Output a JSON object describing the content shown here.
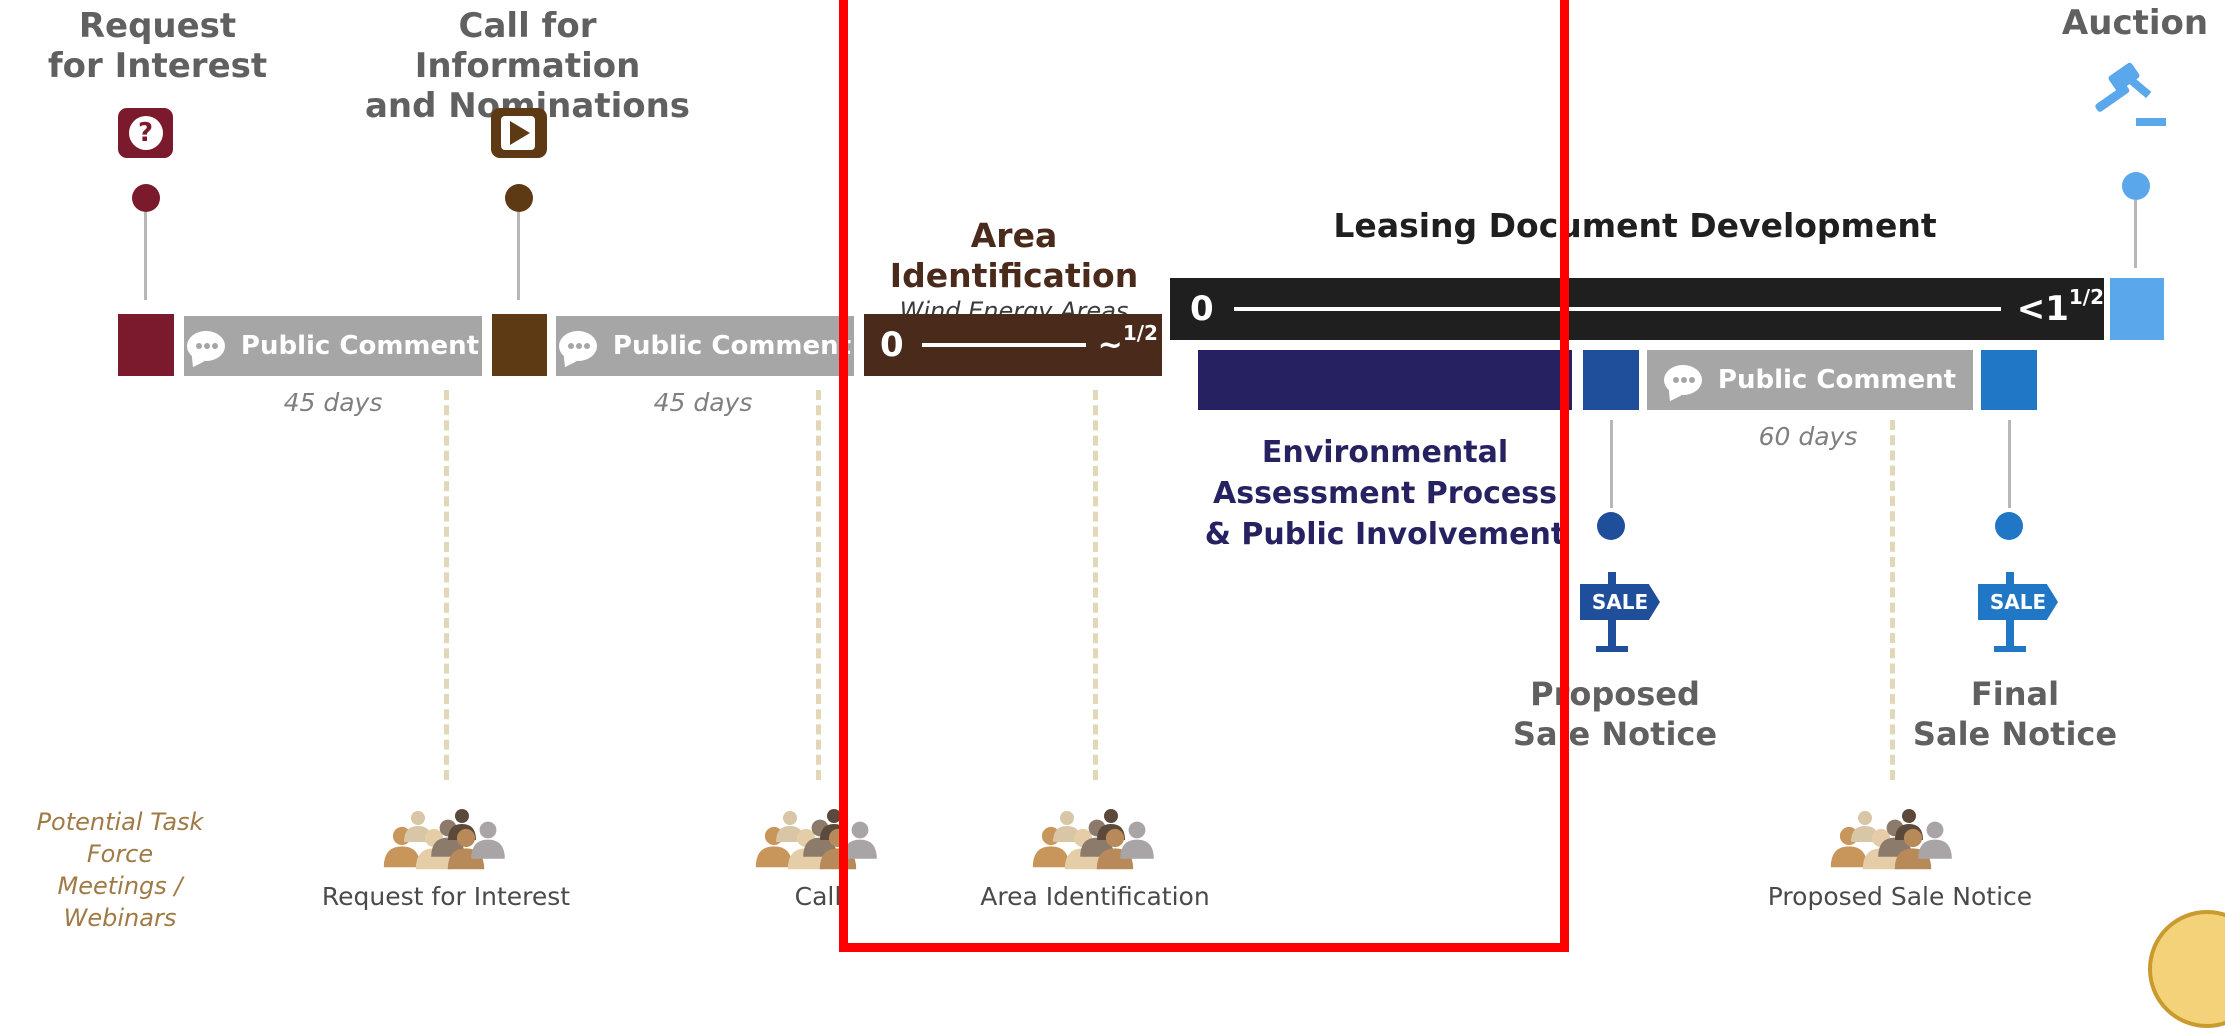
{
  "stages": {
    "request": {
      "line1": "Request",
      "line2": "for Interest"
    },
    "call": {
      "line1": "Call for Information",
      "line2": "and Nominations"
    },
    "area": {
      "title": "Area Identification",
      "subtitle": "Wind Energy Areas"
    },
    "leasing": {
      "title": "Leasing Document Development"
    },
    "auction": {
      "title": "Auction"
    },
    "env": {
      "line1": "Environmental",
      "line2": "Assessment Process",
      "line3": "& Public Involvement"
    },
    "psn": {
      "line1": "Proposed",
      "line2": "Sale Notice"
    },
    "fsn": {
      "line1": "Final",
      "line2": "Sale Notice"
    }
  },
  "bars": {
    "comment1": {
      "label": "Public Comment",
      "days": "45 days"
    },
    "comment2": {
      "label": "Public Comment",
      "days": "45 days"
    },
    "comment3": {
      "label": "Public Comment",
      "days": "60 days"
    },
    "area_duration": {
      "start": "0",
      "end": "~",
      "end_sup": "1/2"
    },
    "leasing_duration": {
      "start": "0",
      "end": "<1",
      "end_sup": "1/2"
    }
  },
  "icons": {
    "question": "?",
    "sale1": "SALE",
    "sale2": "SALE"
  },
  "task_force": {
    "line1": "Potential Task Force",
    "line2": "Meetings / Webinars",
    "meetings": [
      "Request for Interest",
      "Call",
      "Area Identification",
      "Proposed Sale Notice"
    ]
  },
  "colors": {
    "request": "#7b1a2d",
    "call": "#5e3a14",
    "area": "#4a2a1a",
    "leasing": "#1f1f1f",
    "auction": "#5aa7ec",
    "env": "#262262",
    "psn": "#1f4f9a",
    "fsn": "#1f77c6",
    "comment": "#a6a6a6",
    "highlight": "#ff0000"
  }
}
